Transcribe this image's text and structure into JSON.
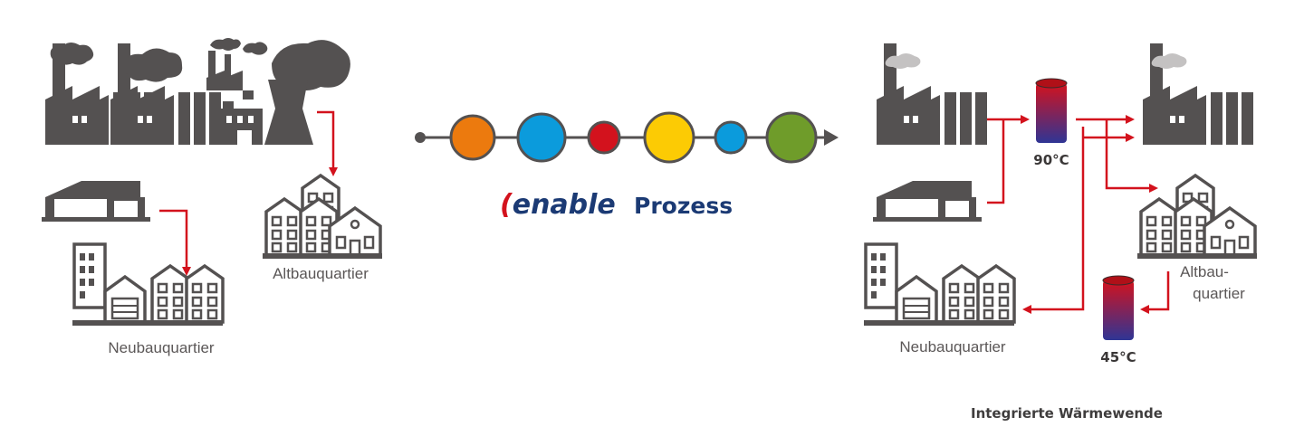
{
  "left": {
    "neubau_label": "Neubauquartier",
    "altbau_label": "Altbauquartier"
  },
  "center": {
    "brand_name": "enable",
    "brand_suffix": "Prozess",
    "process_dots": [
      {
        "color": "#ec7a0e"
      },
      {
        "color": "#0b9bdc"
      },
      {
        "color": "#d3121d"
      },
      {
        "color": "#fccb04"
      },
      {
        "color": "#0b9bdc"
      },
      {
        "color": "#6f9c2a"
      }
    ]
  },
  "right": {
    "temp_high": "90°C",
    "temp_low": "45°C",
    "altbau_label_line1": "Altbau-",
    "altbau_label_line2": "quartier",
    "neubau_label": "Neubauquartier",
    "caption": "Integrierte Wärmewende"
  },
  "colors": {
    "icon": "#545151",
    "arrow": "#d3121d",
    "smoke_light": "#c4c2c2",
    "tank_top": "#d3121d",
    "tank_bottom": "#2f3595"
  }
}
